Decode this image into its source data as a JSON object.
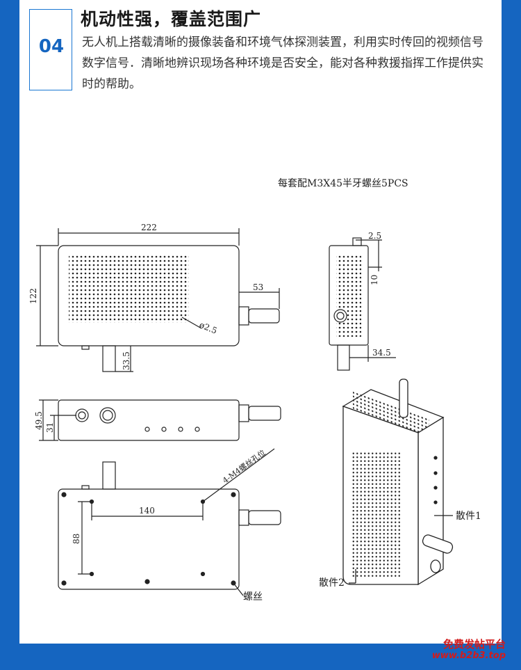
{
  "section": {
    "number": "04",
    "title": "机动性强，覆盖范围广",
    "description": "无人机上搭载清晰的摄像装备和环境气体探测装置，利用实时传回的视频信号数字信号．清晰地辨识现场各种环境是否安全，能对各种救援指挥工作提供实时的帮助。"
  },
  "drawing": {
    "note": "每套配M3X45半牙螺丝5PCS",
    "dim_width": "222",
    "dim_height": "122",
    "dim_antenna": "53",
    "dim_hole": "ø2.5",
    "dim_stub": "33.5",
    "dim_side_top": "2.5",
    "dim_side_depth": "10",
    "dim_side_bottom": "34.5",
    "dim_front_h1": "49.5",
    "dim_front_h2": "31",
    "dim_mount_w": "140",
    "dim_mount_h": "88",
    "mount_label": "4-M4螺丝孔位",
    "screw_label": "螺丝",
    "part1_label": "散件1",
    "part2_label": "散件2"
  },
  "watermark": {
    "line1": "免费发帖平台",
    "line2": "www.b2b3.top"
  },
  "colors": {
    "accent": "#1565c0",
    "watermark": "#d21c1c"
  }
}
